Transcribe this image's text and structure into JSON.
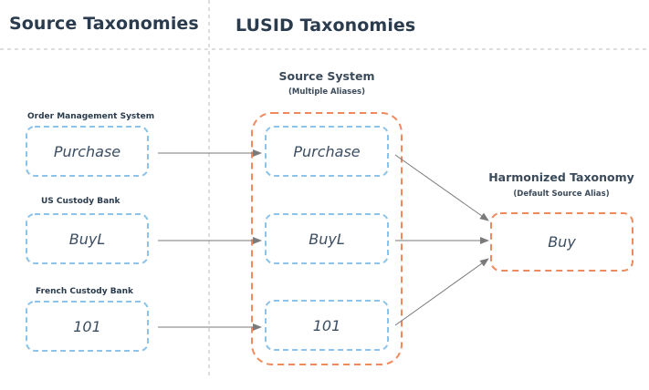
{
  "headers": {
    "left": "Source Taxonomies",
    "right": "LUSID Taxonomies"
  },
  "source_system": {
    "title": "Source System",
    "subtitle": "(Multiple Aliases)"
  },
  "harmonized": {
    "title": "Harmonized Taxonomy",
    "subtitle": "(Default Source Alias)",
    "value": "Buy"
  },
  "sources": [
    {
      "label": "Order Management System",
      "value": "Purchase",
      "alias": "Purchase"
    },
    {
      "label": "US Custody Bank",
      "value": "BuyL",
      "alias": "BuyL"
    },
    {
      "label": "French Custody Bank",
      "value": "101",
      "alias": "101"
    }
  ],
  "colors": {
    "blue_dash": "#8cc3ea",
    "orange_dash": "#f08a5d",
    "divider": "#bdbdbd",
    "arrow": "#7a7a7a",
    "text": "#2a3b4d"
  }
}
